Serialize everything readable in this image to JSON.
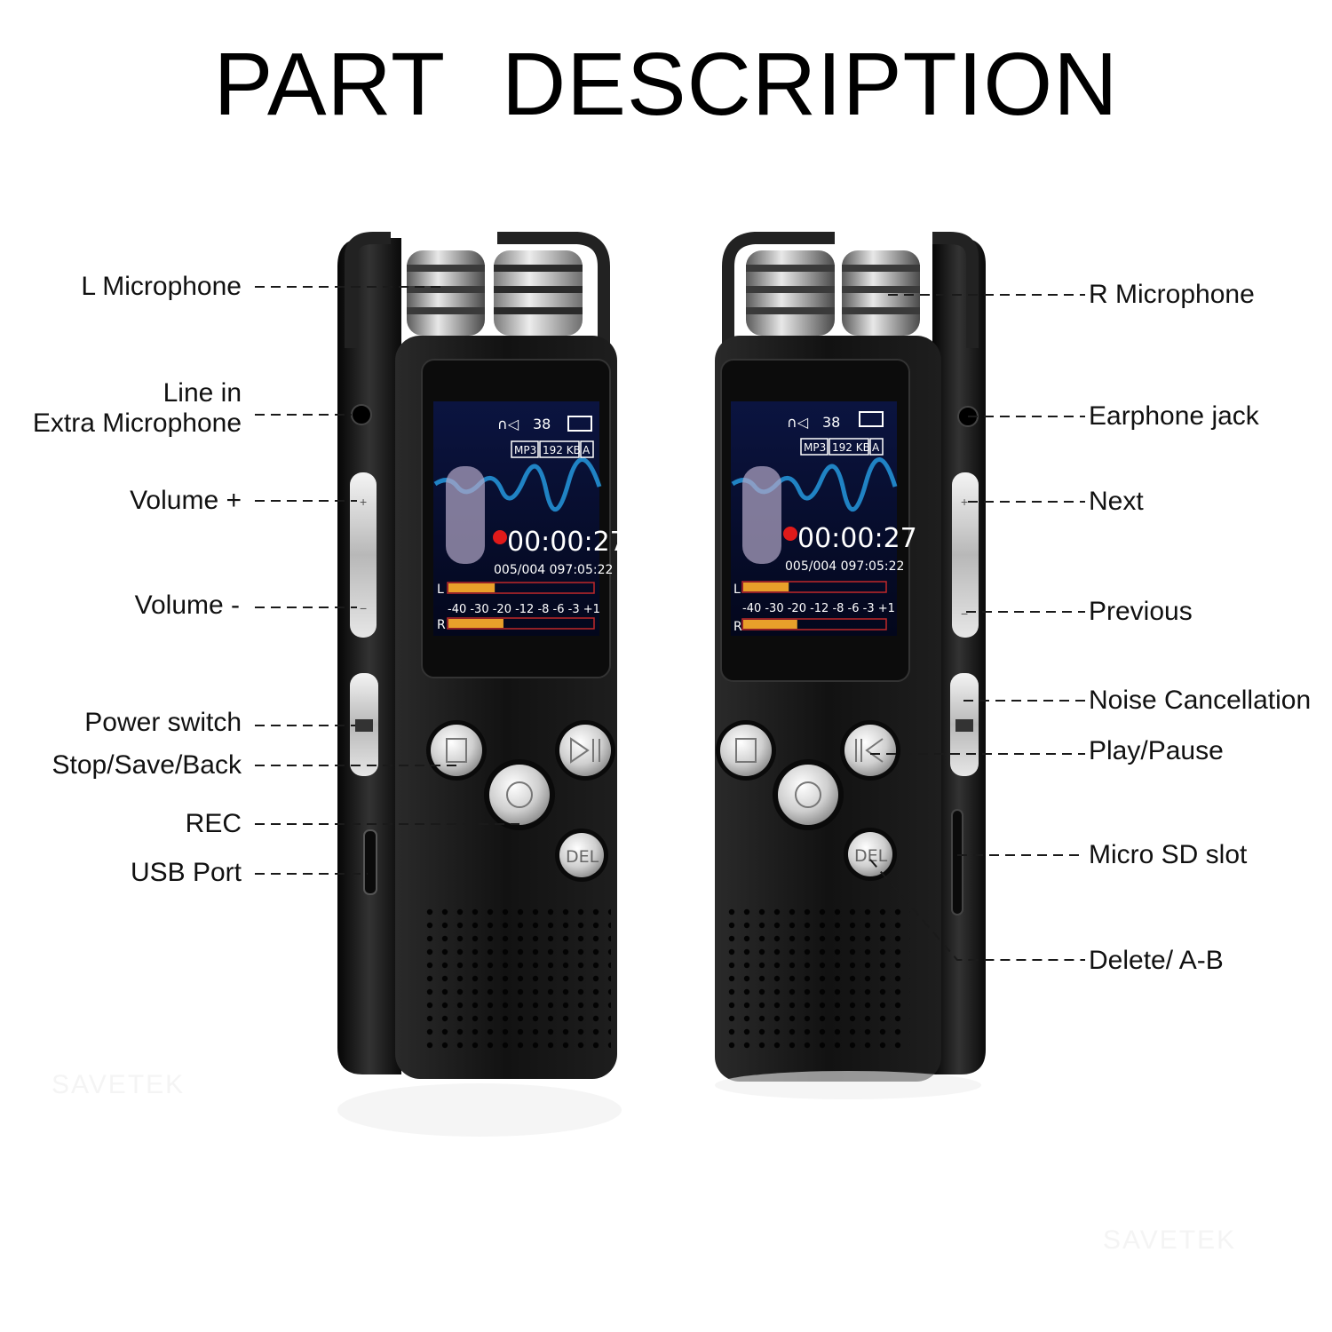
{
  "title": "PART   DESCRIPTION",
  "watermark": "SAVETEK",
  "colors": {
    "body": "#151515",
    "screen_bg": "#050d2a",
    "lcd_text": "#ffffff",
    "rec_dot": "#e01a1a",
    "meter_fill": "#e8a02a",
    "meter_border": "#c0282a",
    "button_silver": "#d9d9d9"
  },
  "left_labels": [
    {
      "id": "l-microphone",
      "lines": [
        "L Microphone"
      ]
    },
    {
      "id": "line-in",
      "lines": [
        "Line in",
        "Extra Microphone"
      ]
    },
    {
      "id": "volume-plus",
      "lines": [
        "Volume +"
      ]
    },
    {
      "id": "volume-minus",
      "lines": [
        "Volume -"
      ]
    },
    {
      "id": "power-switch",
      "lines": [
        "Power switch"
      ]
    },
    {
      "id": "stop-save-back",
      "lines": [
        "Stop/Save/Back"
      ]
    },
    {
      "id": "rec",
      "lines": [
        "REC"
      ]
    },
    {
      "id": "usb-port",
      "lines": [
        "USB Port"
      ]
    }
  ],
  "right_labels": [
    {
      "id": "r-microphone",
      "lines": [
        "R Microphone"
      ]
    },
    {
      "id": "earphone-jack",
      "lines": [
        "Earphone jack"
      ]
    },
    {
      "id": "next",
      "lines": [
        "Next"
      ]
    },
    {
      "id": "previous",
      "lines": [
        "Previous"
      ]
    },
    {
      "id": "noise-cancellation",
      "lines": [
        "Noise Cancellation"
      ]
    },
    {
      "id": "play-pause",
      "lines": [
        "Play/Pause"
      ]
    },
    {
      "id": "micro-sd-slot",
      "lines": [
        "Micro SD slot"
      ]
    },
    {
      "id": "delete-ab",
      "lines": [
        "Delete/ A-B"
      ]
    }
  ],
  "screen": {
    "status_format": "MP3",
    "status_bitrate": "192 KB",
    "status_mode": "A",
    "volume_level": "38",
    "time": "00:00:27",
    "file_info": "005/004 097:05:22",
    "meter_left_label": "L",
    "meter_right_label": "R",
    "meter_scale": "-40 -30 -20 -12 -8 -6 -3 +1",
    "meter_left_level": 0.32,
    "meter_right_level": 0.38
  },
  "buttons": {
    "del_label": "DEL"
  }
}
